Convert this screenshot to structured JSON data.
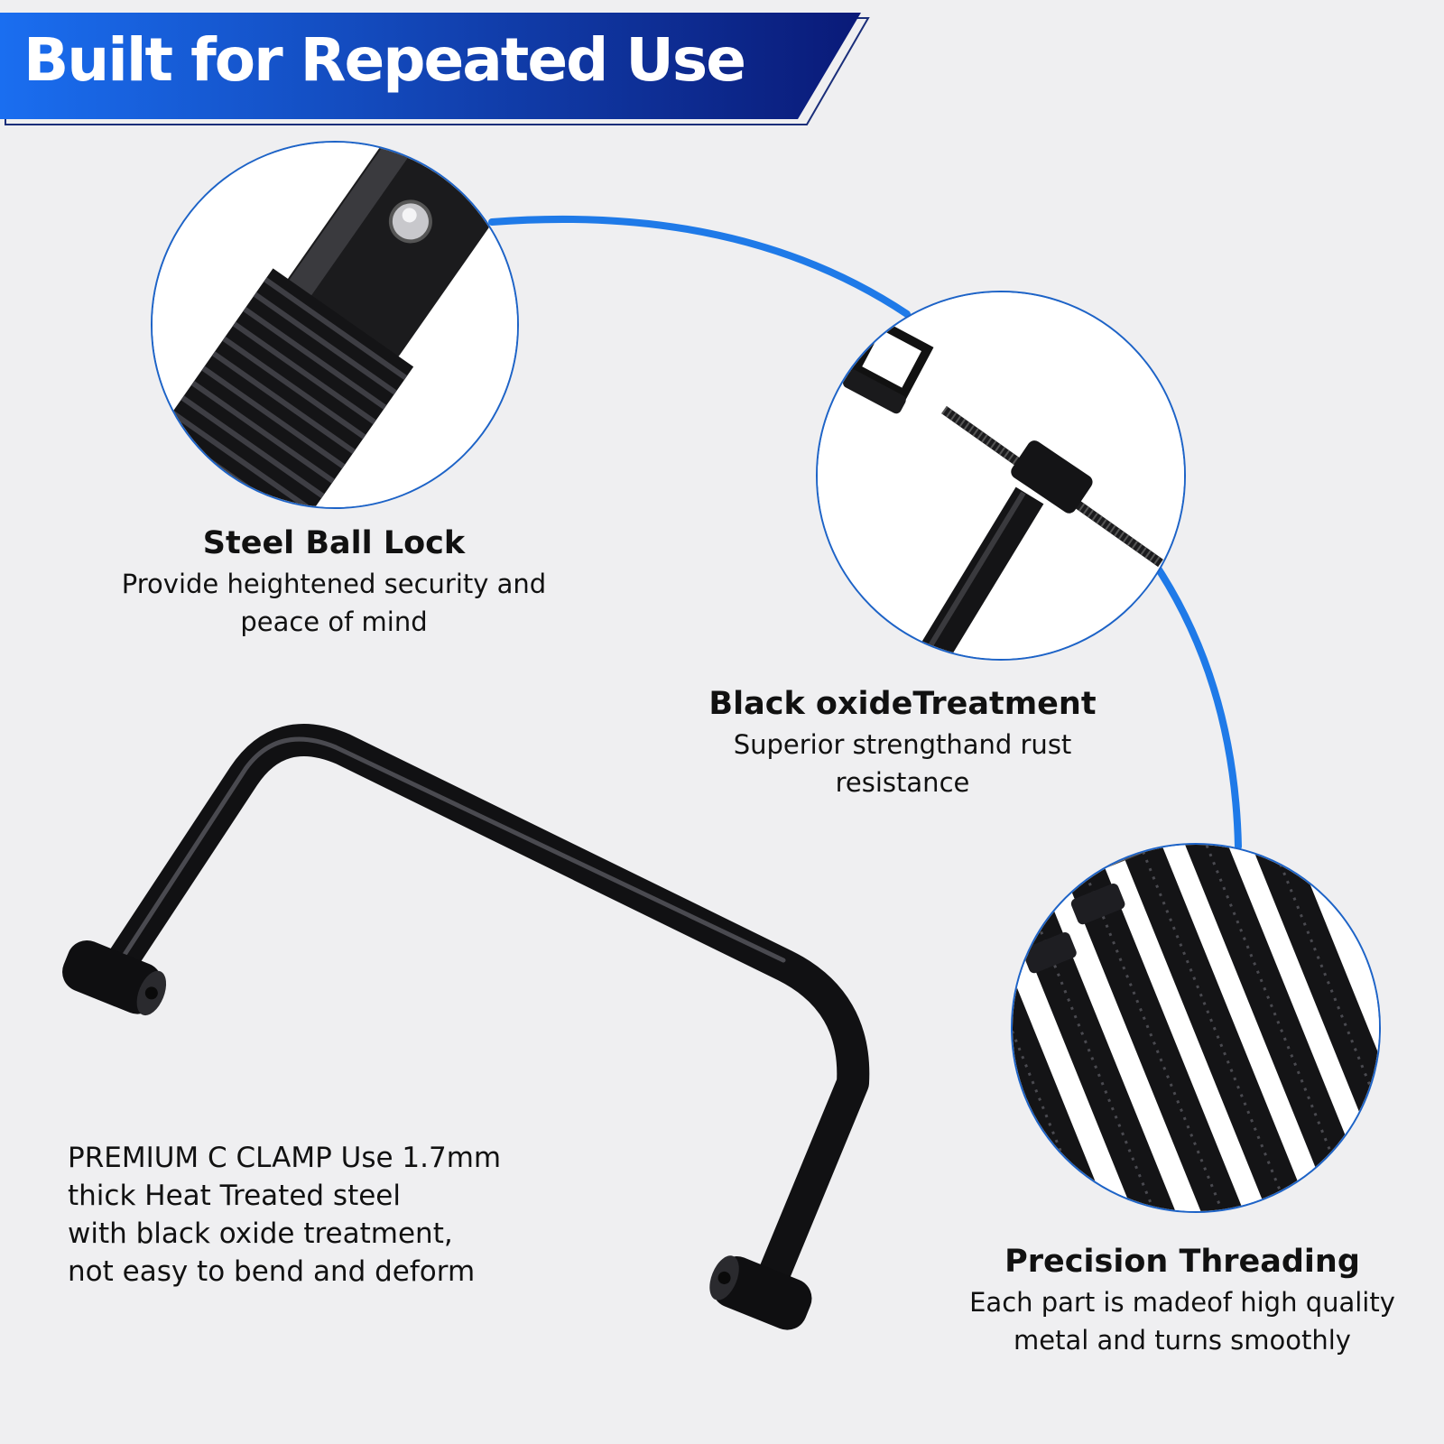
{
  "banner": {
    "title": "Built for Repeated Use",
    "gradient_start": "#1a6ef0",
    "gradient_end": "#0a1a78"
  },
  "accent_color": "#1f7ae8",
  "features": [
    {
      "title": "Steel Ball Lock",
      "description": "Provide heightened security and peace of mind",
      "image": "socket-drive-ball-lock-closeup"
    },
    {
      "title": "Black oxideTreatment",
      "description": "Superior strengthand rust resistance",
      "image": "swivel-pad-screw-closeup"
    },
    {
      "title": "Precision Threading",
      "description": "Each part is madeof high quality metal and turns smoothly",
      "image": "threaded-rods-closeup"
    }
  ],
  "product": {
    "image": "black-c-clamp-frame",
    "description_lines": [
      "PREMIUM C CLAMP  Use 1.7mm",
      "thick Heat Treated steel",
      "with black oxide treatment,",
      "not easy to bend and deform"
    ]
  }
}
